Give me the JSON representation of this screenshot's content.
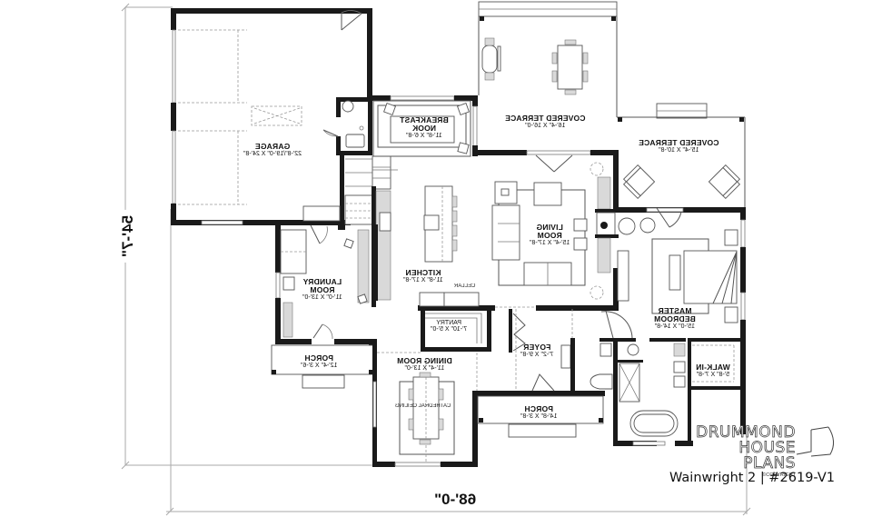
{
  "plan": {
    "title": "Wainwright 2 | #2619-V1",
    "mirrored": true,
    "overall_width": "68'-0\"",
    "overall_depth": "54'-7\""
  },
  "brand": {
    "line1": "DRUMMOND",
    "line2": "HOUSE PLANS",
    "copyright": "©COPYRIGHT"
  },
  "rooms": {
    "garage": {
      "name": "GARAGE",
      "size": "22'-8\"/19'-0\" X 24'-8\""
    },
    "breakfast_nook": {
      "name1": "BREAKFAST",
      "name2": "NOOK",
      "size": "11'-8\" X 6'-8\""
    },
    "covered_terrace_1": {
      "name": "COVERED TERRACE",
      "size": "16'-4\" X 16'-0\""
    },
    "covered_terrace_2": {
      "name": "COVERED TERRACE",
      "size": "15'-4\" X 10'-8\""
    },
    "living_room": {
      "name1": "LIVING",
      "name2": "ROOM",
      "size": "15'-4\" X 17'-8\""
    },
    "kitchen": {
      "name": "KITCHEN",
      "size": "11'-8\" X 17'-8\""
    },
    "cellar": {
      "name": "CELLAR"
    },
    "laundry_room": {
      "name1": "LAUNDRY",
      "name2": "ROOM",
      "size": "11'-0\" X 13'-0\""
    },
    "master_bedroom": {
      "name1": "MASTER",
      "name2": "BEDROOM",
      "size": "15'-0\" X 14'-8\""
    },
    "pantry": {
      "name": "PANTRY",
      "size": "7'-10\" X 5'-0\""
    },
    "foyer": {
      "name": "FOYER",
      "size": "7'-2\" X 9'-8\""
    },
    "walk_in": {
      "name": "WALK-IN",
      "size": "5'-8\" X 7'-8\""
    },
    "porch_side": {
      "name": "PORCH",
      "size": "12'-4\" X 3'-6\""
    },
    "dining_room": {
      "name": "DINING ROOM",
      "size": "11'-4\" X 13'-0\"",
      "note": "CATHEDRAL CEILING"
    },
    "porch_front": {
      "name": "PORCH",
      "size": "14'-8\" X 3'-8\""
    }
  }
}
